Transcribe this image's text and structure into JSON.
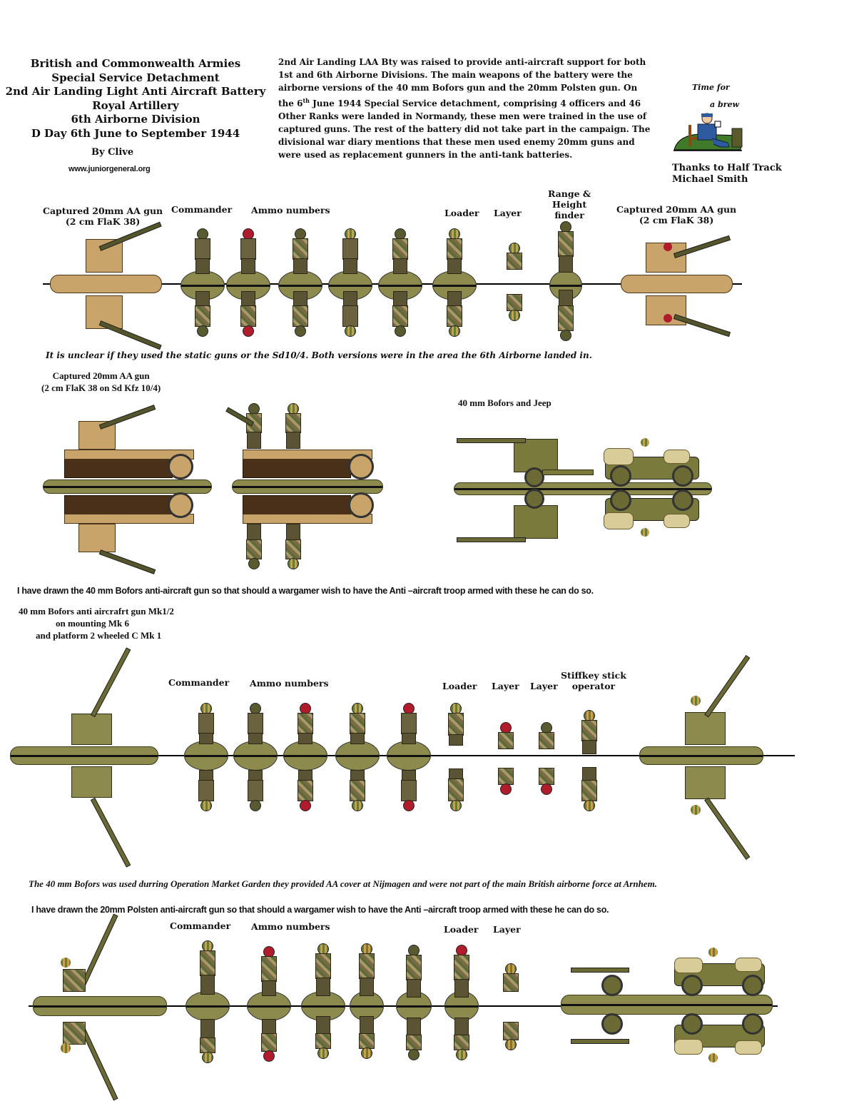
{
  "header": {
    "title_lines": [
      "British and Commonwealth Armies",
      "Special Service Detachment",
      "2nd Air Landing Light Anti Aircraft Battery",
      "Royal Artillery",
      "6th Airborne Division",
      "D Day 6th June to September 1944"
    ],
    "byline": "By Clive",
    "website": "www.juniorgeneral.org"
  },
  "intro": {
    "part1": "2nd Air Landing LAA Bty was raised to provide anti-aircraft support for both 1st and 6th Airborne Divisions. The main weapons of the battery were the airborne versions of the 40 mm Bofors gun and the 20mm Polsten gun.  On the 6",
    "sup": "th",
    "part2": " June 1944 Special Service detachment, comprising 4 officers and 46 Other Ranks were landed in Normandy, these men were trained in the use of captured guns. The rest of the battery did not take part in the campaign. The divisional war diary mentions that these men used enemy 20mm guns and were used as replacement gunners in the anti-tank batteries."
  },
  "brew_badge": {
    "line1": "Time for",
    "line2": "a brew",
    "icon": "soldier-drinking-tea-icon"
  },
  "thanks": {
    "line1": "Thanks to Half Track",
    "line2": "Michael Smith"
  },
  "section1": {
    "labels": {
      "gun_left": [
        "Captured 20mm AA gun",
        "(2 cm FlaK 38)"
      ],
      "commander": "Commander",
      "ammo": "Ammo numbers",
      "loader": "Loader",
      "layer": "Layer",
      "rangefinder": [
        "Range &",
        "Height",
        "finder"
      ],
      "gun_right": [
        "Captured 20mm AA gun",
        "(2 cm FlaK 38)"
      ]
    },
    "note": "It is unclear if they used the static guns or the Sd10/4. Both versions were in the area the 6th Airborne landed in."
  },
  "section2": {
    "label_halftrack": [
      "Captured 20mm AA gun",
      "(2 cm FlaK 38 on Sd Kfz 10/4)"
    ],
    "label_bofors_jeep": "40 mm Bofors and Jeep"
  },
  "section3": {
    "intro_note": "I have drawn the 40 mm Bofors  anti-aircraft gun so that should a wargamer wish to have the Anti –aircraft  troop  armed with these he can do  so.",
    "gun_label": [
      "40 mm Bofors anti aircrafrt gun Mk1/2",
      "on mounting Mk 6",
      "and platform 2 wheeled C Mk 1"
    ],
    "labels": {
      "commander": "Commander",
      "ammo": "Ammo numbers",
      "loader": "Loader",
      "layer1": "Layer",
      "layer2": "Layer",
      "stiffkey": [
        "Stiffkey stick",
        "operator"
      ]
    },
    "note": "The 40 mm Bofors was used durring Operation Market Garden they provided AA cover at Nijmagen and were not part of the main British airborne force at Arnhem."
  },
  "section4": {
    "intro_note": "I have drawn the 20mm Polsten anti-aircraft gun so that should a wargamer wish to have the Anti –aircraft  troop  armed with these he can do  so.",
    "labels": {
      "commander": "Commander",
      "ammo": "Ammo numbers",
      "loader": "Loader",
      "layer": "Layer"
    }
  },
  "colors": {
    "base_olive": "#8c8a4c",
    "khaki_uniform": "#6b6340",
    "german_tan": "#c8a46a",
    "beret_red": "#b01c2c",
    "track_brown": "#4a3018"
  }
}
